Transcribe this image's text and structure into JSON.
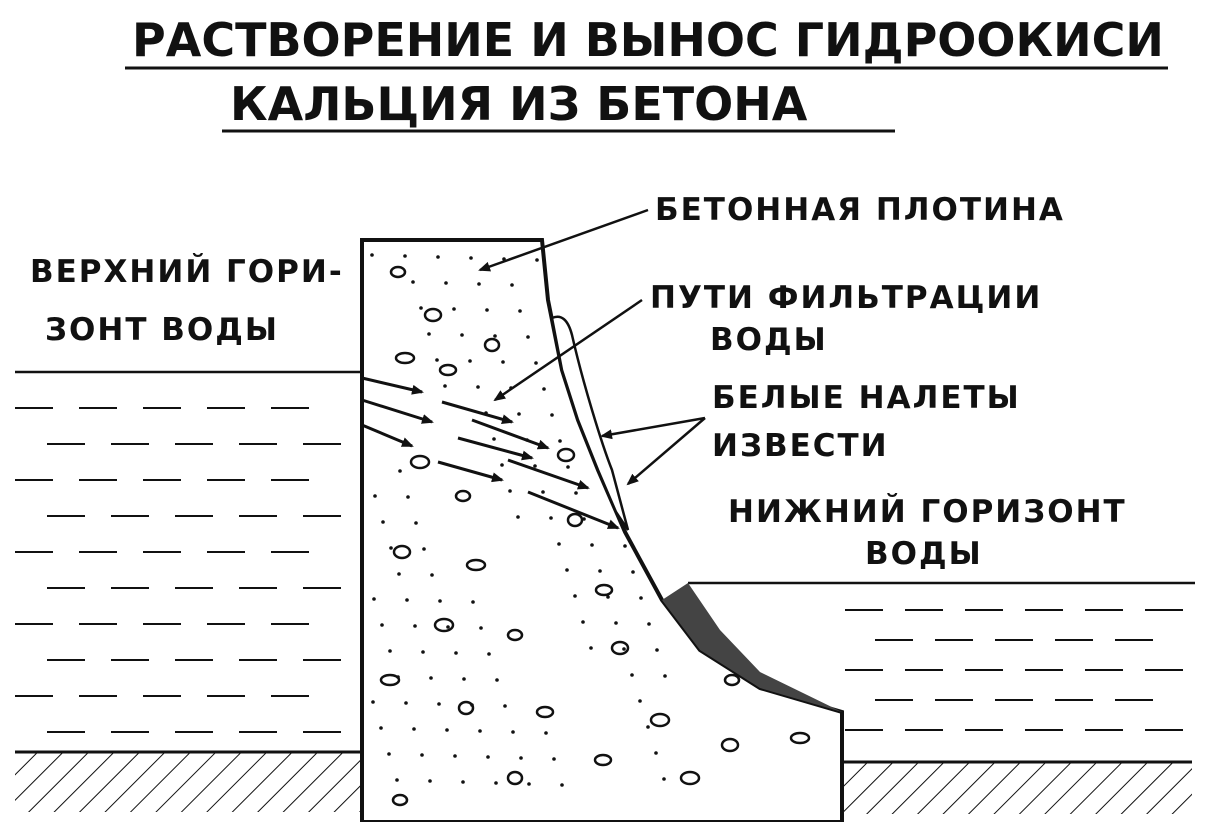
{
  "title": {
    "line1": "РАСТВОРЕНИЕ И ВЫНОС ГИДРООКИСИ",
    "line2": "КАЛЬЦИЯ ИЗ БЕТОНА"
  },
  "labels": {
    "upper_water": [
      "ВЕРХНИЙ ГОРИ-",
      "ЗОНТ ВОДЫ"
    ],
    "dam": "БЕТОННАЯ ПЛОТИНА",
    "filtration": [
      "ПУТИ ФИЛЬТРАЦИИ",
      "ВОДЫ"
    ],
    "lime": [
      "БЕЛЫЕ НАЛЕТЫ",
      "ИЗВЕСТИ"
    ],
    "lower_water": [
      "НИЖНИЙ ГОРИЗОНТ",
      "ВОДЫ"
    ]
  },
  "colors": {
    "ink": "#111111",
    "paper": "#ffffff"
  }
}
